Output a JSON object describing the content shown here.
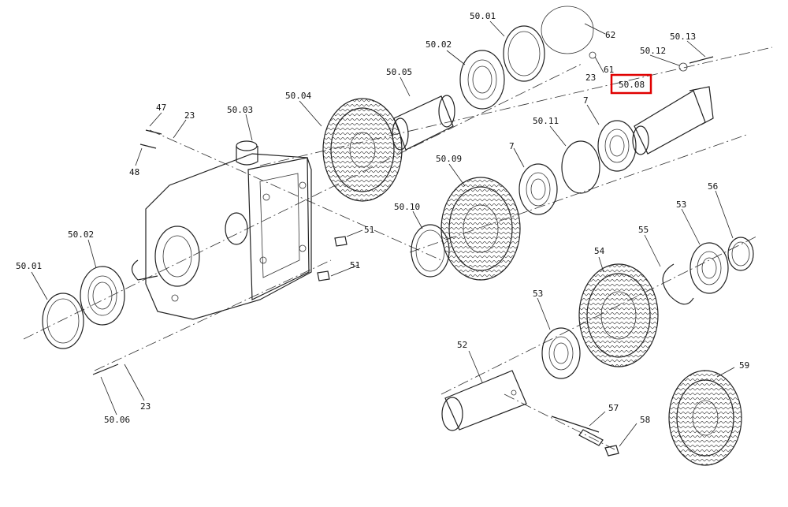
{
  "diagram": {
    "highlight_color": "#e00000",
    "highlighted_part": "50.08",
    "labels": {
      "p50_01_top": "50.01",
      "p62": "62",
      "p50_13": "50.13",
      "p50_02_top": "50.02",
      "p50_12": "50.12",
      "p61": "61",
      "p50_05": "50.05",
      "p23_top": "23",
      "p50_08": "50.08",
      "p47": "47",
      "p23_left": "23",
      "p50_03": "50.03",
      "p50_04": "50.04",
      "p7_top": "7",
      "p50_11": "50.11",
      "p48": "48",
      "p7_mid": "7",
      "p50_09": "50.09",
      "p56": "56",
      "p55": "55",
      "p53_top": "53",
      "p50_10": "50.10",
      "p51_top": "51",
      "p50_02_left": "50.02",
      "p54": "54",
      "p50_01_left": "50.01",
      "p51_bottom": "51",
      "p53_bottom": "53",
      "p52": "52",
      "p59": "59",
      "p23_bottom": "23",
      "p57": "57",
      "p50_06": "50.06",
      "p58": "58"
    }
  }
}
